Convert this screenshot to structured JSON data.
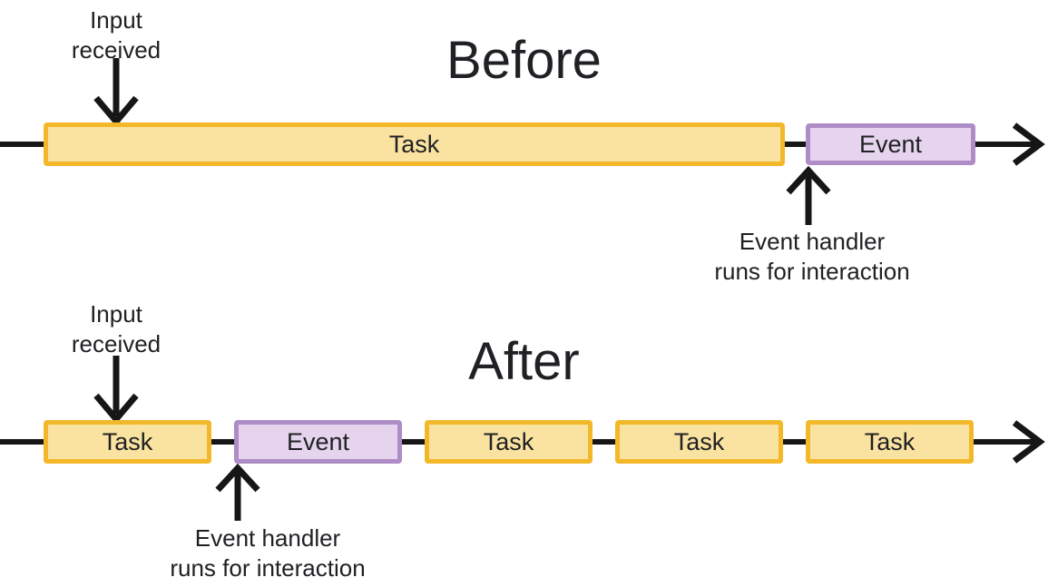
{
  "colors": {
    "task-fill": "#FAE3A1",
    "task-border": "#F3B829",
    "event-fill": "#E6D4EE",
    "event-border": "#AE8CC6",
    "text": "#202124",
    "line": "#161616"
  },
  "before": {
    "title": "Before",
    "input_label": {
      "line1": "Input",
      "line2": "received"
    },
    "handler_label": {
      "line1": "Event handler",
      "line2": "runs for interaction"
    },
    "bars": [
      {
        "type": "task",
        "label": "Task"
      },
      {
        "type": "event",
        "label": "Event"
      }
    ]
  },
  "after": {
    "title": "After",
    "input_label": {
      "line1": "Input",
      "line2": "received"
    },
    "handler_label": {
      "line1": "Event handler",
      "line2": "runs for interaction"
    },
    "bars": [
      {
        "type": "task",
        "label": "Task"
      },
      {
        "type": "event",
        "label": "Event"
      },
      {
        "type": "task",
        "label": "Task"
      },
      {
        "type": "task",
        "label": "Task"
      },
      {
        "type": "task",
        "label": "Task"
      }
    ]
  }
}
